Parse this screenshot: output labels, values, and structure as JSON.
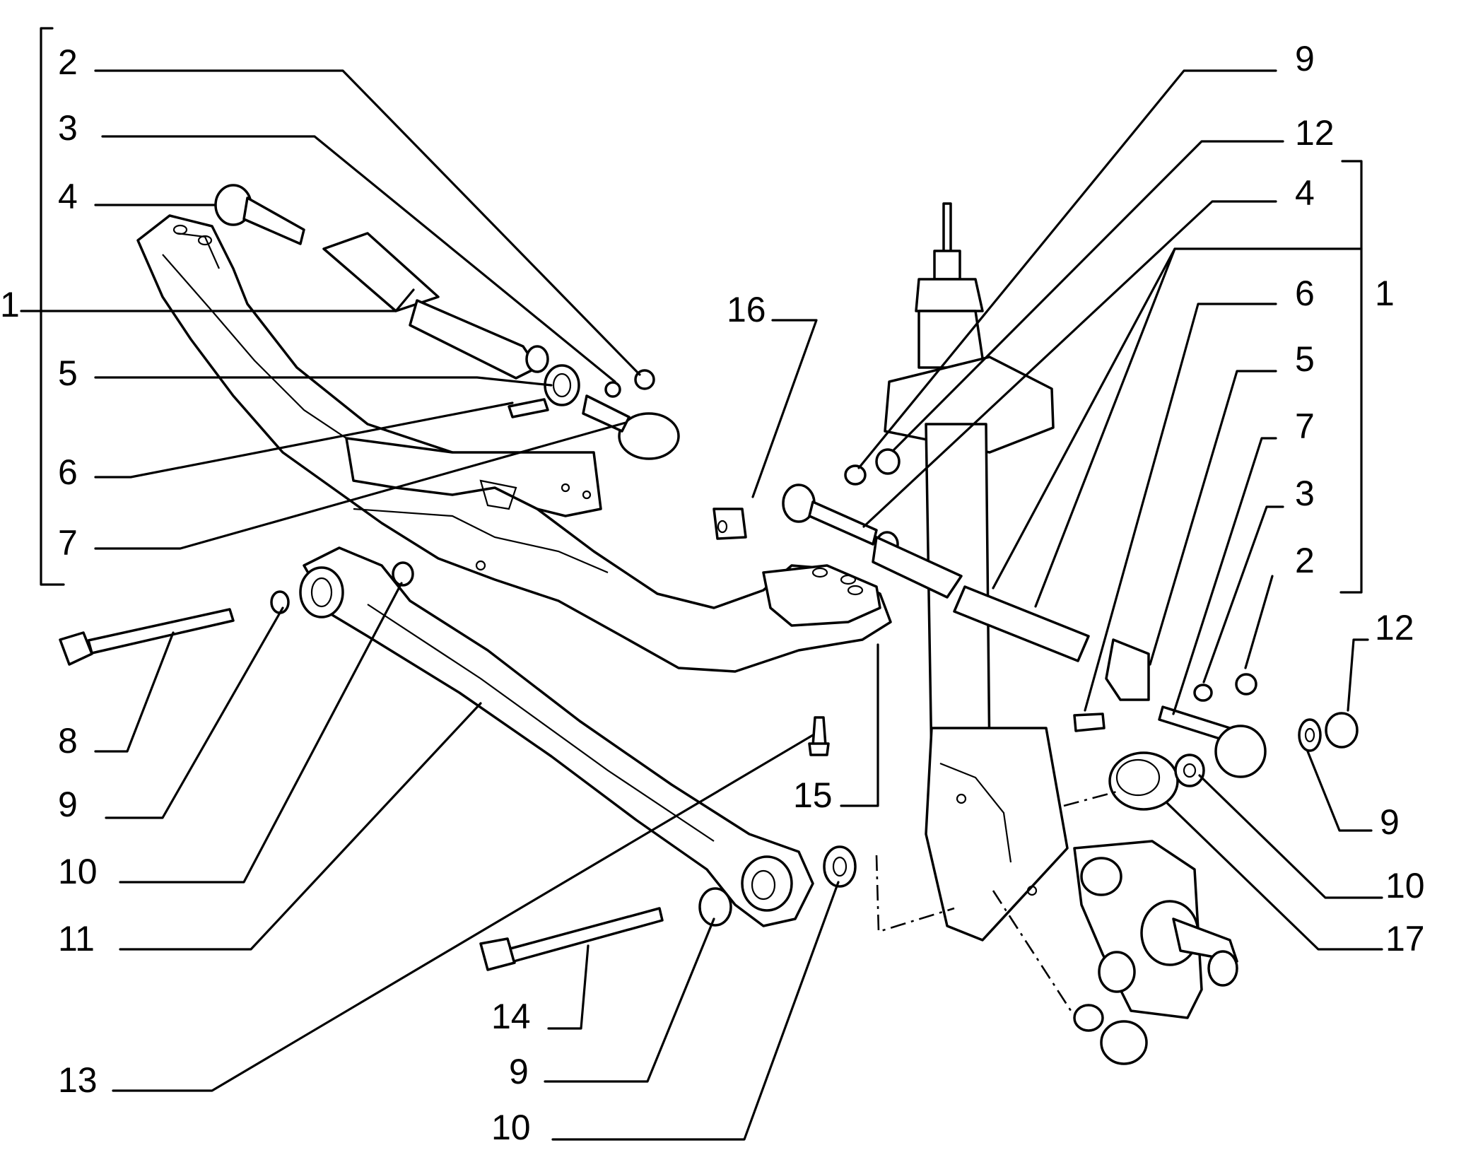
{
  "callouts": [
    {
      "id": "L-2",
      "text": "2"
    },
    {
      "id": "L-3",
      "text": "3"
    },
    {
      "id": "L-4",
      "text": "4"
    },
    {
      "id": "L-1",
      "text": "1"
    },
    {
      "id": "L-5",
      "text": "5"
    },
    {
      "id": "L-6",
      "text": "6"
    },
    {
      "id": "L-7",
      "text": "7"
    },
    {
      "id": "L-8",
      "text": "8"
    },
    {
      "id": "L-9",
      "text": "9"
    },
    {
      "id": "L-10",
      "text": "10"
    },
    {
      "id": "L-11",
      "text": "11"
    },
    {
      "id": "L-13",
      "text": "13"
    },
    {
      "id": "L-16",
      "text": "16"
    },
    {
      "id": "L-15",
      "text": "15"
    },
    {
      "id": "L-14",
      "text": "14"
    },
    {
      "id": "L-9b",
      "text": "9"
    },
    {
      "id": "L-10b",
      "text": "10"
    },
    {
      "id": "R-9",
      "text": "9"
    },
    {
      "id": "R-12",
      "text": "12"
    },
    {
      "id": "R-4",
      "text": "4"
    },
    {
      "id": "R-6",
      "text": "6"
    },
    {
      "id": "R-1",
      "text": "1"
    },
    {
      "id": "R-5",
      "text": "5"
    },
    {
      "id": "R-7",
      "text": "7"
    },
    {
      "id": "R-3",
      "text": "3"
    },
    {
      "id": "R-2",
      "text": "2"
    },
    {
      "id": "R-12b",
      "text": "12"
    },
    {
      "id": "R-9b",
      "text": "9"
    },
    {
      "id": "R-10",
      "text": "10"
    },
    {
      "id": "R-17",
      "text": "17"
    }
  ]
}
